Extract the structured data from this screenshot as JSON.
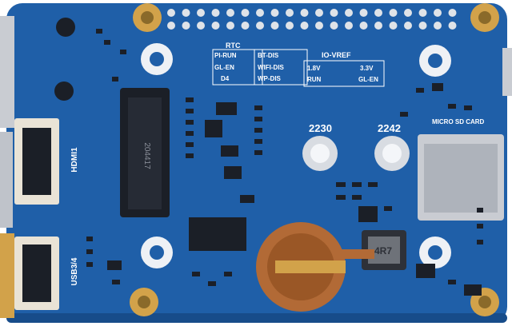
{
  "board": {
    "colors": {
      "pcb": "#1f5fa8",
      "pcb_dark": "#174c8a",
      "silk": "#ffffff",
      "gold": "#d2a24a",
      "chip": "#1b1f27",
      "metal": "#c9ccd2"
    },
    "labels": {
      "rtc": "RTC",
      "pi_run": "PI-RUN",
      "gl_en_left": "GL-EN",
      "d4": "D4",
      "bt_dis": "BT-DIS",
      "wifi_dis": "WIFI-DIS",
      "wp_dis": "WP-DIS",
      "io_vref": "IO-VREF",
      "v18": "1.8V",
      "v33": "3.3V",
      "run": "RUN",
      "gl_en_right": "GL-EN",
      "m2_2230": "2230",
      "m2_2242": "2242",
      "micro_sd": "MICRO SD CARD",
      "hdmi1": "HDMI1",
      "usb34": "USB3/4",
      "inductor": "4R7",
      "m2_slot_text": "204417"
    }
  }
}
